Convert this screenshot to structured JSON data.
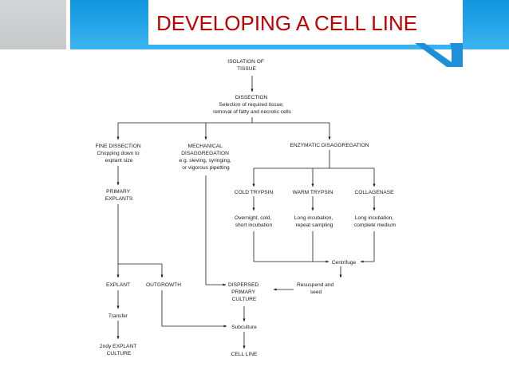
{
  "slide": {
    "title": "DEVELOPING A CELL LINE",
    "colors": {
      "title": "#c00000",
      "header_bar": "#1e9fe6",
      "side_block": "#cfd0d2"
    }
  },
  "diagram": {
    "isolation": [
      "ISOLATION OF",
      "TISSUE"
    ],
    "dissection": [
      "DISSECTION",
      "Selection of required tissue;",
      "removal of fatty and necrotic cells"
    ],
    "fine_dissection": [
      "FINE DISSECTION",
      "Chopping down to",
      "explant size"
    ],
    "mechanical": [
      "MECHANICAL",
      "DISAGGREGATION",
      "e.g. sieving, syringing,",
      "or vigorous pipetting"
    ],
    "enzymatic": "ENZYMATIC DISAGGREGATION",
    "cold_trypsin": "COLD TRYPSIN",
    "warm_trypsin": "WARM TRYPSIN",
    "collagenase": "COLLAGENASE",
    "cold_detail": [
      "Overnight, cold,",
      "short incubation"
    ],
    "warm_detail": [
      "Long incubation,",
      "repeat sampling"
    ],
    "collagenase_detail": [
      "Long incubation,",
      "complete medium"
    ],
    "primary_explants": [
      "PRIMARY",
      "EXPLANTS"
    ],
    "centrifuge": "Centrifuge",
    "explant": "EXPLANT",
    "outgrowth": "OUTGROWTH",
    "dispersed": [
      "DISPERSED",
      "PRIMARY",
      "CULTURE"
    ],
    "resuspend": [
      "Resuspend and",
      "seed"
    ],
    "transfer": "Transfer",
    "subculture": "Subculture",
    "second_explant": [
      "2ndy EXPLANT",
      "CULTURE"
    ],
    "cell_line": "CELL LINE"
  }
}
